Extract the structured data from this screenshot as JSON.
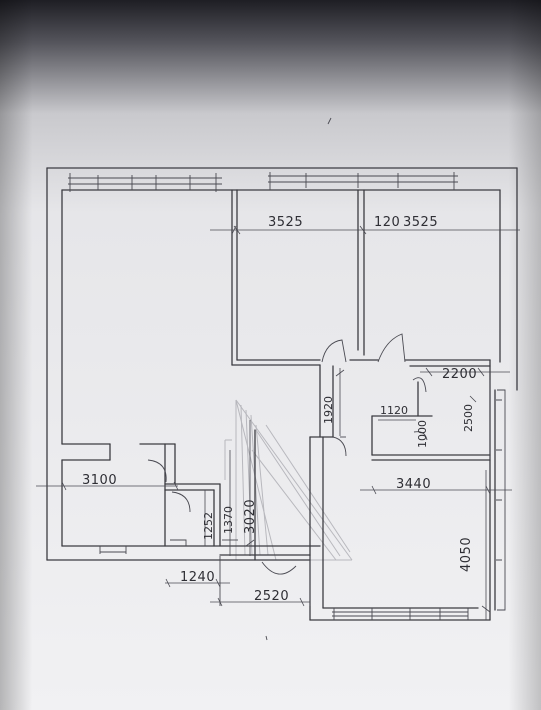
{
  "plan": {
    "dimensions": {
      "d1": "3525",
      "d2": "120",
      "d3": "3525",
      "d4": "2200",
      "d5": "1920",
      "d6": "1120",
      "d7": "2500",
      "d8": "1000",
      "d9": "3100",
      "d10": "3440",
      "d11": "1252",
      "d12": "1370",
      "d13": "3020",
      "d14": "4050",
      "d15": "1240",
      "d16": "2520"
    }
  }
}
